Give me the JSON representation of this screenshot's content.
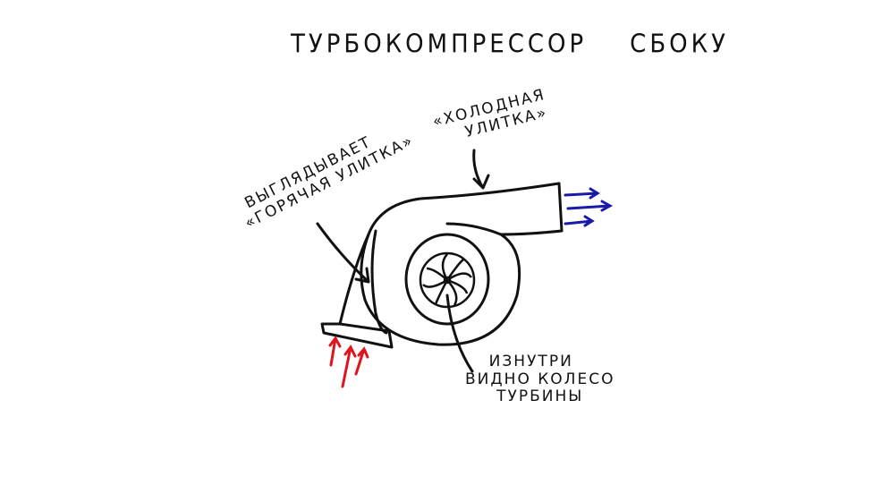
{
  "title": {
    "line1": "Турбокомпрессор",
    "line2": "сбоку"
  },
  "labels": {
    "cold_snail": [
      "«холодная",
      "улитка»"
    ],
    "hot_snail": [
      "выглядывает",
      "«горячая улитка»"
    ],
    "inside": [
      "изнутри",
      "видно колесо",
      "турбины"
    ]
  },
  "colors": {
    "outflow_arrows": "#1a1aa8",
    "inflow_arrows": "#e0141e",
    "ink": "#111111"
  }
}
